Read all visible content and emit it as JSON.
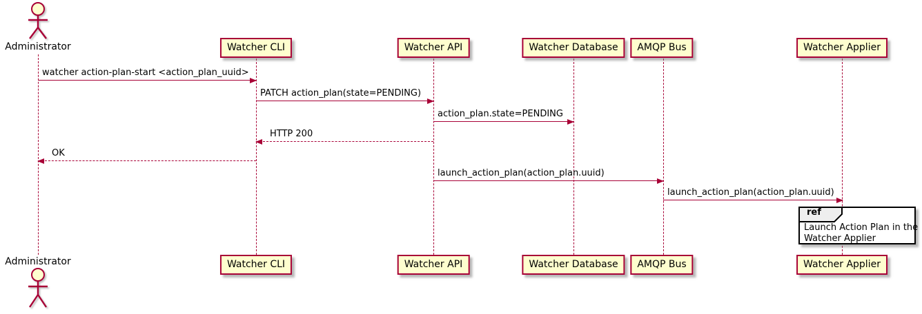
{
  "diagram_type": "plantuml-sequence",
  "colors": {
    "participant_fill": "#FEFECE",
    "participant_border": "#A80036",
    "arrow_line": "#A80036",
    "lifeline": "#A80036",
    "ref_border": "#000000",
    "ref_header_fill": "#EEEEEE",
    "text": "#000000",
    "background": "#FFFFFF"
  },
  "actor": {
    "label": "Administrator"
  },
  "participants": [
    {
      "label": "Watcher CLI"
    },
    {
      "label": "Watcher API"
    },
    {
      "label": "Watcher Database"
    },
    {
      "label": "AMQP Bus"
    },
    {
      "label": "Watcher Applier"
    }
  ],
  "messages": [
    {
      "label": "watcher action-plan-start <action_plan_uuid>",
      "from": "Administrator",
      "to": "Watcher CLI",
      "line": "solid",
      "kind": "call"
    },
    {
      "label": "PATCH action_plan(state=PENDING)",
      "from": "Watcher CLI",
      "to": "Watcher API",
      "line": "solid",
      "kind": "call"
    },
    {
      "label": "action_plan.state=PENDING",
      "from": "Watcher API",
      "to": "Watcher Database",
      "line": "solid",
      "kind": "call"
    },
    {
      "label": "HTTP 200",
      "from": "Watcher API",
      "to": "Watcher CLI",
      "line": "dashed",
      "kind": "return"
    },
    {
      "label": "OK",
      "from": "Watcher CLI",
      "to": "Administrator",
      "line": "dashed",
      "kind": "return"
    },
    {
      "label": "launch_action_plan(action_plan.uuid)",
      "from": "Watcher API",
      "to": "AMQP Bus",
      "line": "solid",
      "kind": "call"
    },
    {
      "label": "launch_action_plan(action_plan.uuid)",
      "from": "AMQP Bus",
      "to": "Watcher Applier",
      "line": "solid",
      "kind": "call"
    }
  ],
  "ref": {
    "keyword": "ref",
    "line1": "Launch Action Plan in the",
    "line2": "Watcher Applier"
  }
}
